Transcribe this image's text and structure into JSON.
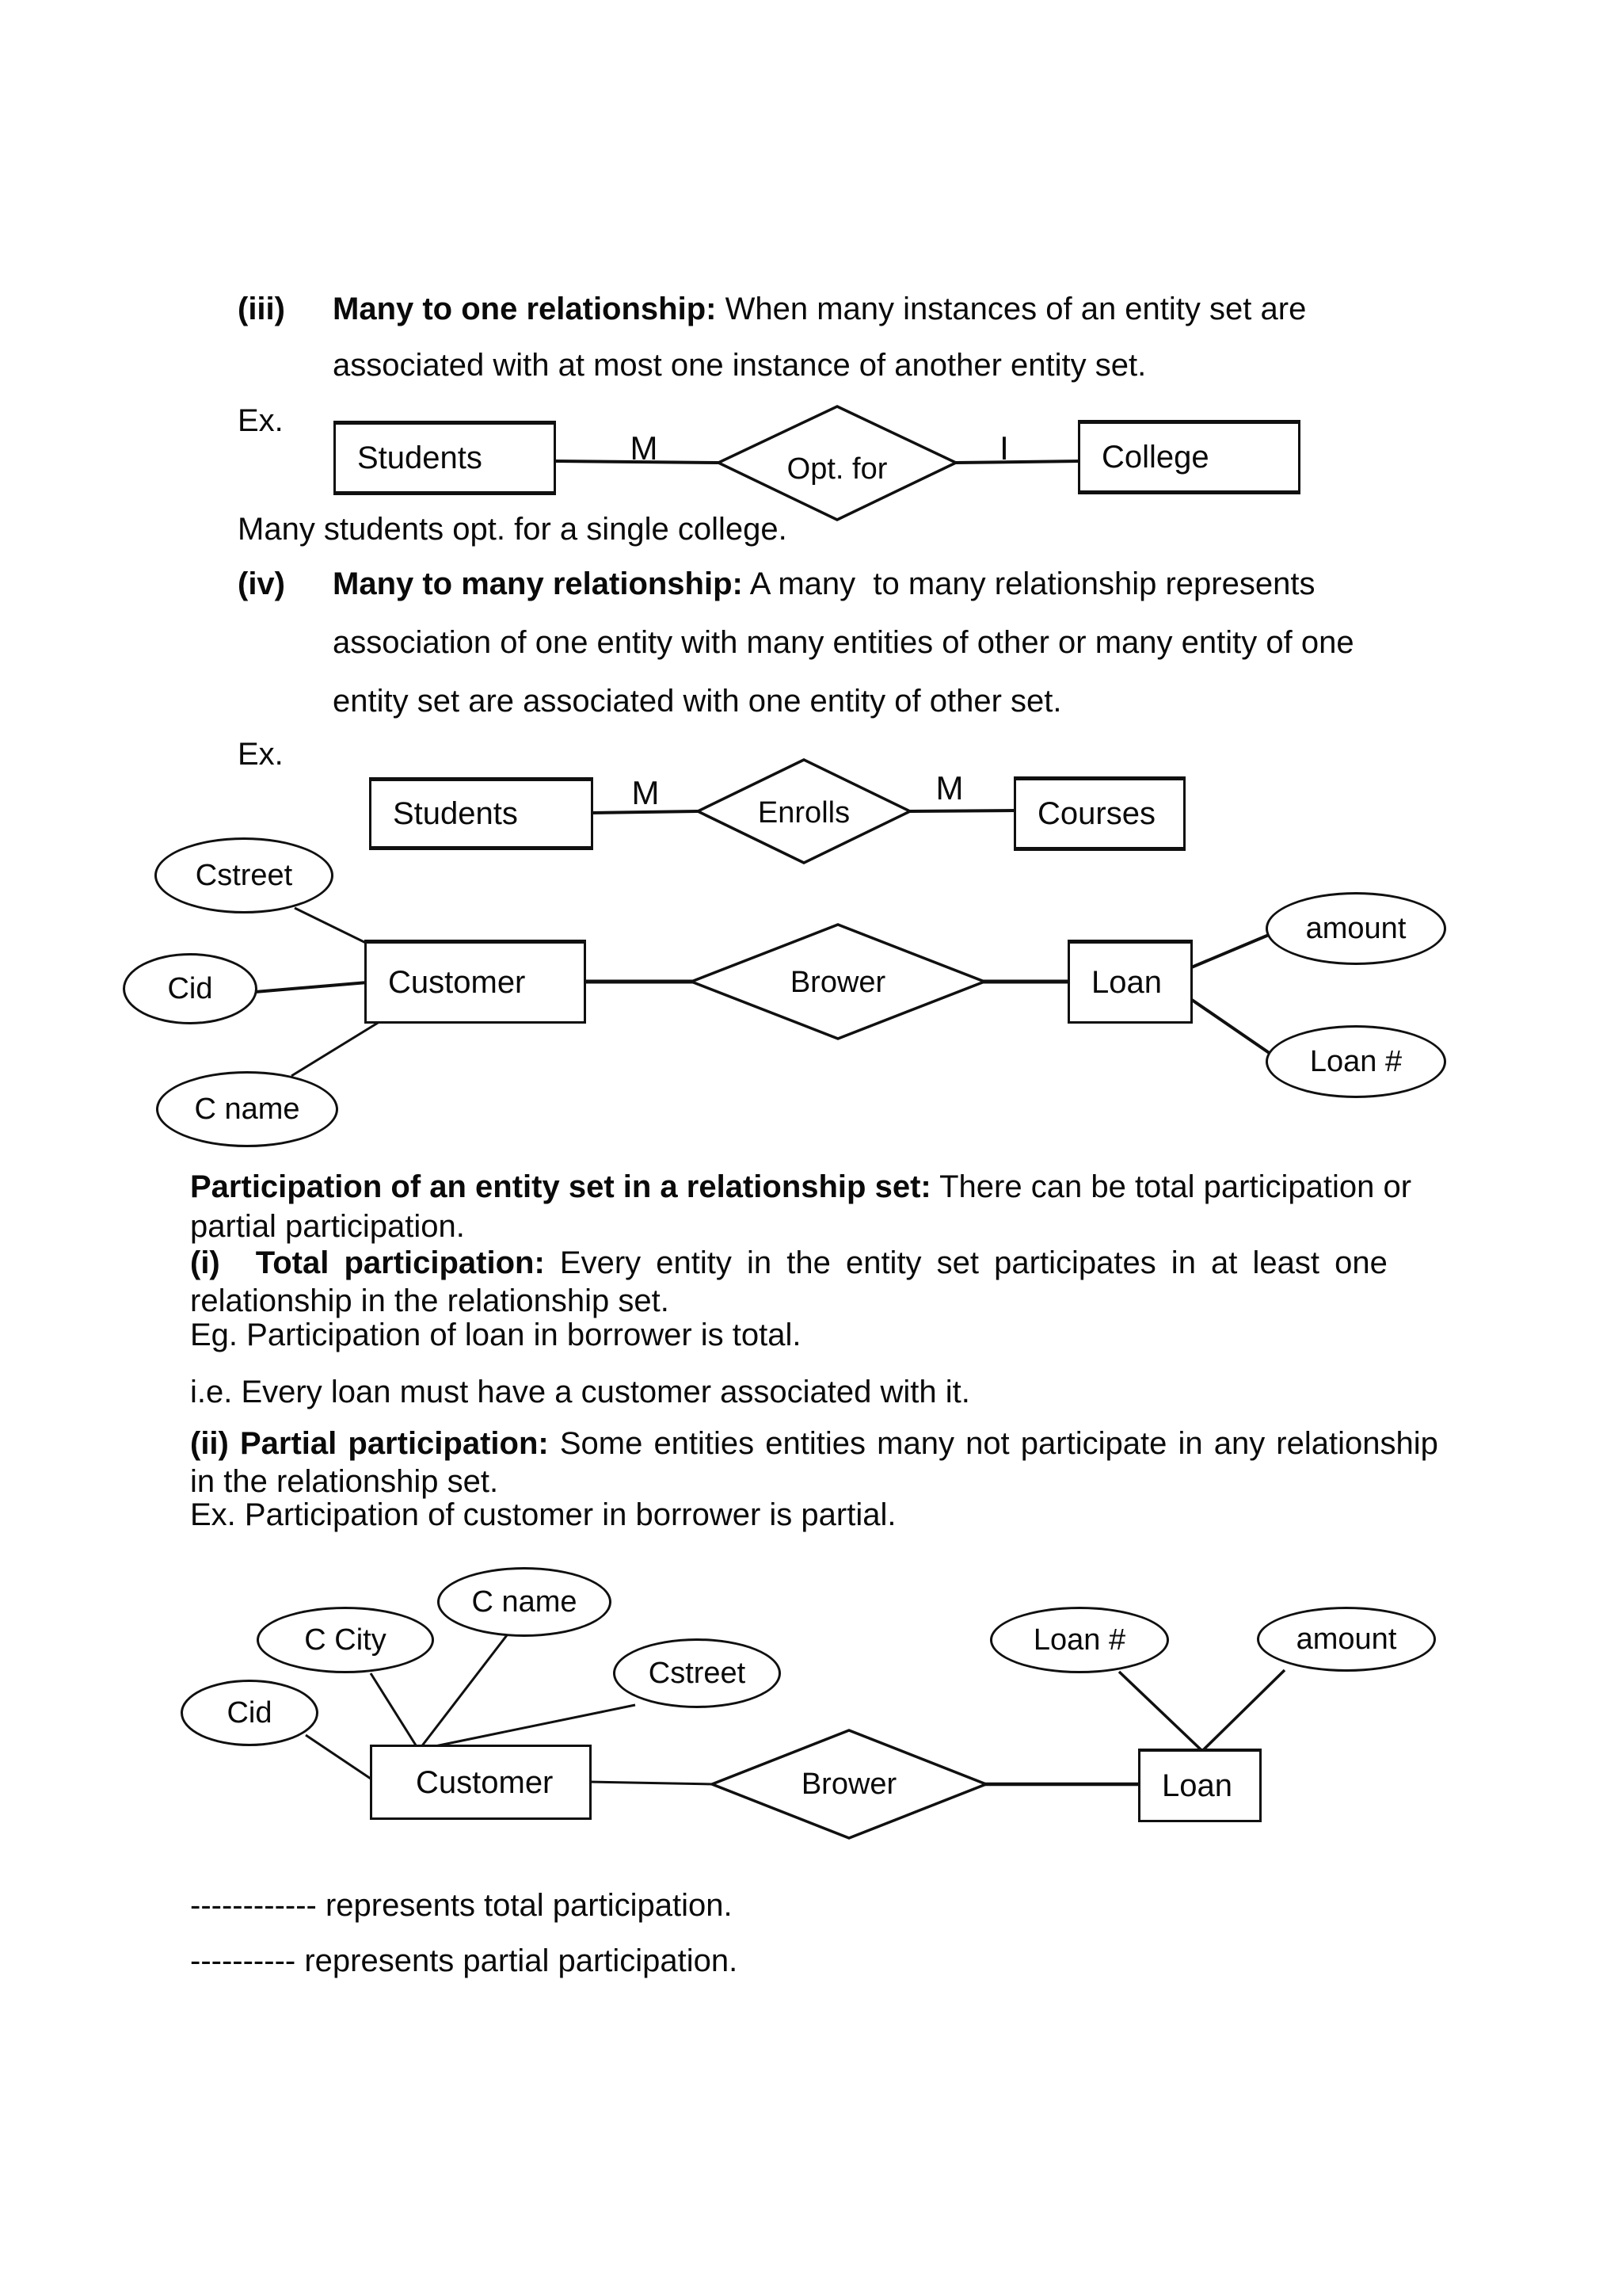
{
  "sec3": {
    "num": "(iii)",
    "title": "Many to one relationship:",
    "rest": " When many instances of an entity set are",
    "line2": "associated with at most one instance of another entity set.",
    "ex": "Ex.",
    "caption": "Many students opt. for a single college."
  },
  "d1": {
    "entity1": "Students",
    "card1": "M",
    "rel": "Opt. for",
    "card2": "I",
    "entity2": "College"
  },
  "sec4": {
    "num": "(iv)",
    "title": "Many to many relationship:",
    "rest": " A many  to many relationship represents",
    "line2": "association of one entity with many entities of other or many entity of one",
    "line3": "entity set are associated with one entity of other set.",
    "ex": "Ex."
  },
  "d2": {
    "entity1": "Students",
    "card1": "M",
    "rel": "Enrolls",
    "card2": "M",
    "entity2": "Courses"
  },
  "d3": {
    "attr_cstreet": "Cstreet",
    "attr_cid": "Cid",
    "attr_cname": "C name",
    "entity1": "Customer",
    "rel": "Brower",
    "entity2": "Loan",
    "attr_amount": "amount",
    "attr_loannum": "Loan #"
  },
  "participation": {
    "p1_bold": "Participation of an entity set in a relationship set:",
    "p1_rest": " There can be total participation or",
    "p1_line2": "partial participation.",
    "p2_num": "(i)",
    "p2_bold": "Total participation:",
    "p2_rest": " Every entity in the entity set participates in at least one",
    "p2_line2": "relationship in the relationship set.",
    "p3": "Eg. Participation of loan in borrower is total.",
    "p4": "i.e. Every loan must have a customer associated with it.",
    "p5_bold": "(ii) Partial participation:",
    "p5_rest": " Some entities entities many not participate in any relationship",
    "p5_line2": "in the relationship set.",
    "p6": "Ex. Participation of customer in borrower is partial."
  },
  "d4": {
    "attr_cname": "C name",
    "attr_ccity": "C City",
    "attr_cstreet": "Cstreet",
    "attr_cid": "Cid",
    "entity1": "Customer",
    "rel": "Brower",
    "entity2": "Loan",
    "attr_loannum": "Loan #",
    "attr_amount": "amount"
  },
  "legend": {
    "total_dashes": "------------",
    "total_text": " represents total participation.",
    "partial_dashes": "----------",
    "partial_text": " represents partial participation."
  },
  "colors": {
    "ink": "#0a0a0a",
    "paper": "#ffffff"
  }
}
